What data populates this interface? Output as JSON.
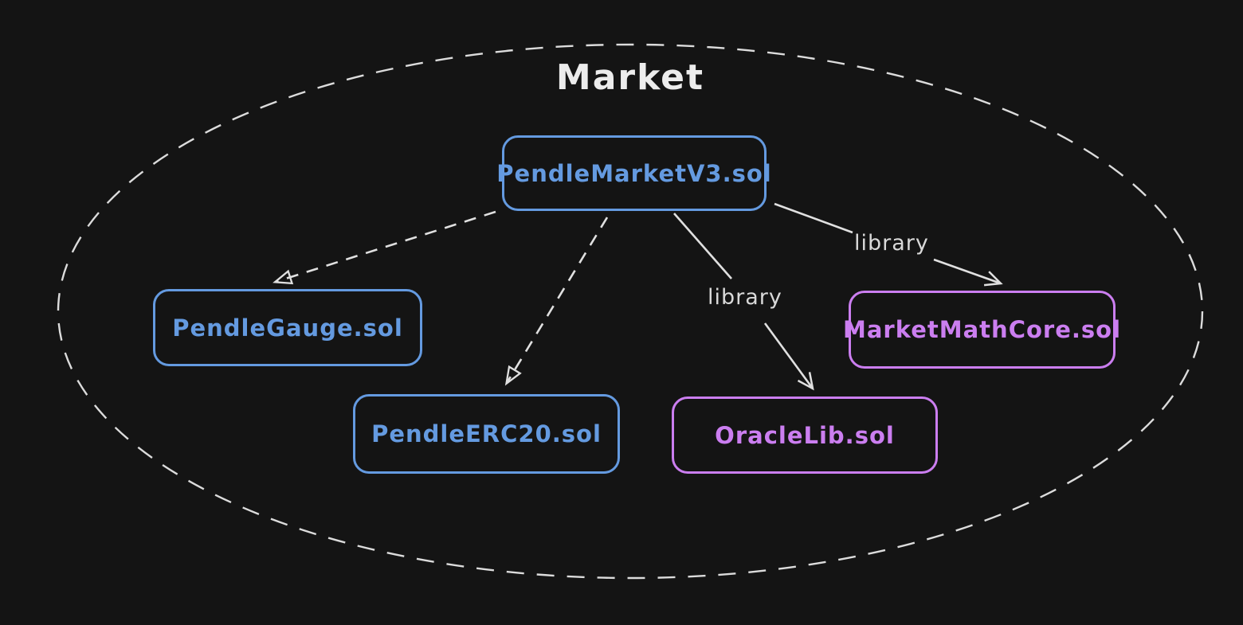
{
  "diagram": {
    "title": "Market",
    "group": {
      "label": "Market",
      "shape": "dashed-ellipse"
    },
    "nodes": [
      {
        "id": "pendle-market-v3",
        "label": "PendleMarketV3.sol",
        "color": "#649ae0"
      },
      {
        "id": "pendle-gauge",
        "label": "PendleGauge.sol",
        "color": "#649ae0"
      },
      {
        "id": "pendle-erc20",
        "label": "PendleERC20.sol",
        "color": "#649ae0"
      },
      {
        "id": "oracle-lib",
        "label": "OracleLib.sol",
        "color": "#cb7ef0"
      },
      {
        "id": "market-math-core",
        "label": "MarketMathCore.sol",
        "color": "#cb7ef0"
      }
    ],
    "edges": [
      {
        "from": "pendle-market-v3",
        "to": "pendle-gauge",
        "style": "dashed",
        "label": ""
      },
      {
        "from": "pendle-market-v3",
        "to": "pendle-erc20",
        "style": "dashed",
        "label": ""
      },
      {
        "from": "pendle-market-v3",
        "to": "oracle-lib",
        "style": "solid",
        "label": "library"
      },
      {
        "from": "pendle-market-v3",
        "to": "market-math-core",
        "style": "solid",
        "label": "library"
      }
    ],
    "colors": {
      "background": "#141414",
      "contract_blue": "#649ae0",
      "library_purple": "#cb7ef0",
      "line_gray": "#e0e0e0",
      "title_white": "#ececec"
    }
  }
}
